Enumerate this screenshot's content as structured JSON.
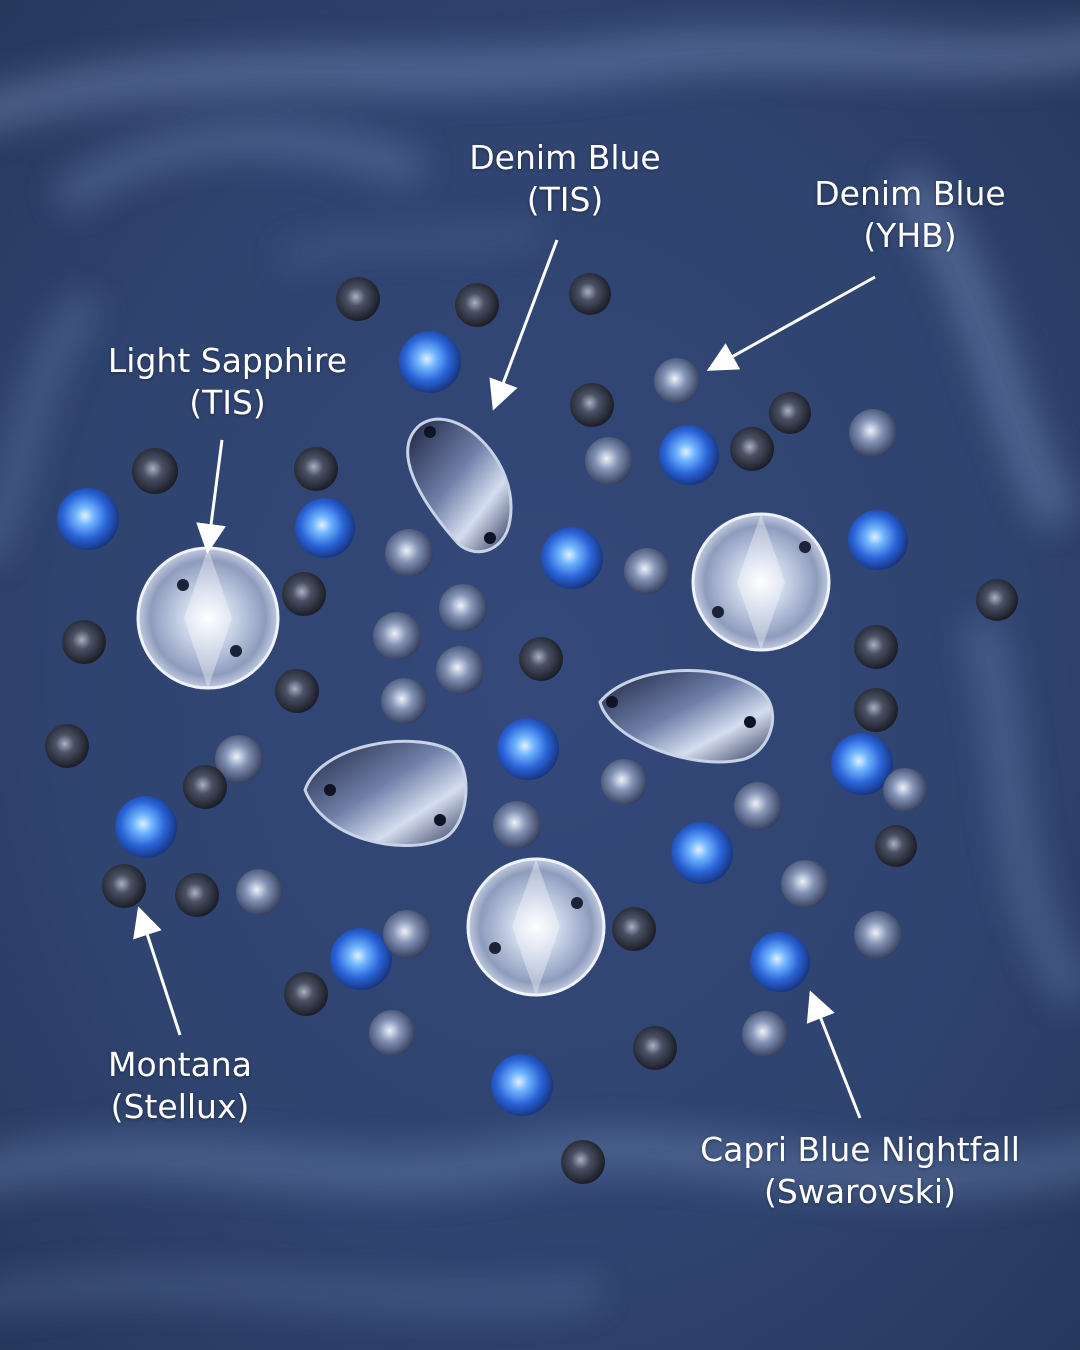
{
  "annotations": [
    {
      "name": "Denim Blue",
      "brand": "(TIS)"
    },
    {
      "name": "Denim Blue",
      "brand": "(YHB)"
    },
    {
      "name": "Light Sapphire",
      "brand": "(TIS)"
    },
    {
      "name": "Montana",
      "brand": "(Stellux)"
    },
    {
      "name": "Capri Blue Nightfall",
      "brand": "(Swarovski)"
    }
  ],
  "colors": {
    "velvet": "#34497a",
    "velvet_highlight": "#7f97c4",
    "label_text": "#ffffff",
    "capri_blue": "#2a64d8",
    "montana_dark": "#262b38",
    "denim_blue": "#5a6a94",
    "light_sapphire": "#cfd8ea"
  }
}
